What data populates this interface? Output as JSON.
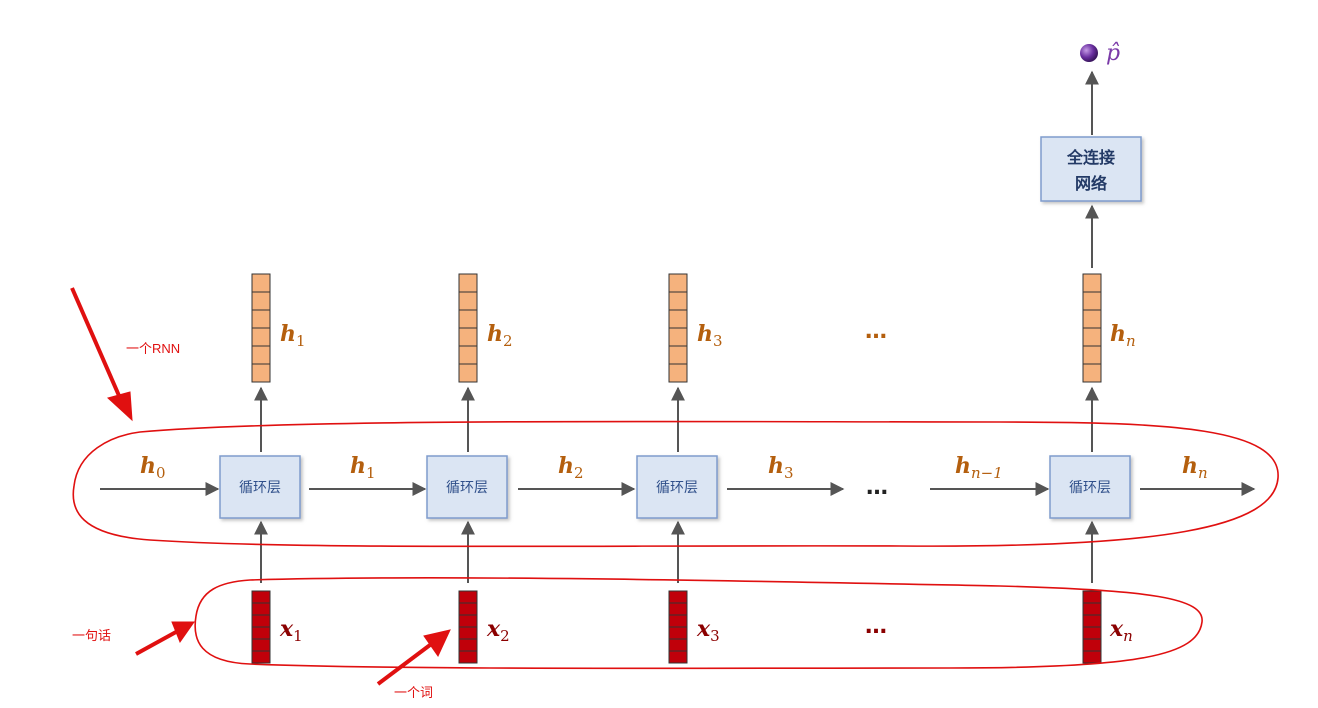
{
  "rnn_cell_label": "循环层",
  "fc_label_line1": "全连接",
  "fc_label_line2": "网络",
  "output_symbol": "p̂",
  "ellipsis": "…",
  "h_main": "h",
  "x_main": "x",
  "h_subs": [
    "0",
    "1",
    "2",
    "3",
    "n−1",
    "n"
  ],
  "x_subs": [
    "1",
    "2",
    "3",
    "n"
  ],
  "annotations": {
    "one_rnn": "一个RNN",
    "one_sentence": "一句话",
    "one_word": "一个词"
  },
  "colors": {
    "hidden_vec": "#f5b27d",
    "input_vec": "#c0000a",
    "cell_fill": "#dbe5f3",
    "cell_stroke": "#7f9ccd",
    "arrow": "#555555",
    "annotation": "#e01010",
    "output_node": "#6a2fa0"
  }
}
